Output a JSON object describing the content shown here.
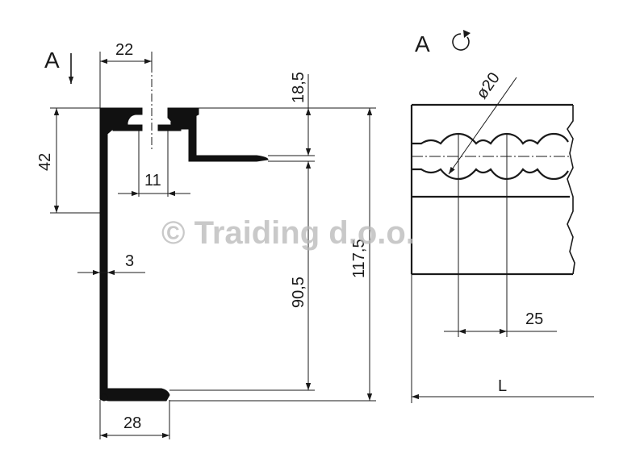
{
  "view_label": "A",
  "section_label": "A",
  "watermark": "© Traiding d.o.o.",
  "dimensions": {
    "top_width": "22",
    "left_height": "42",
    "slot_width": "11",
    "wall_thickness": "3",
    "top_gap": "18,5",
    "inner_height": "90,5",
    "total_height": "117,5",
    "bottom_width": "28",
    "hole_diameter": "ø20",
    "hole_pitch": "25",
    "length": "L"
  },
  "icons": {
    "view_arrow": "arrow-down-icon",
    "rotate": "rotate-clockwise-icon"
  }
}
